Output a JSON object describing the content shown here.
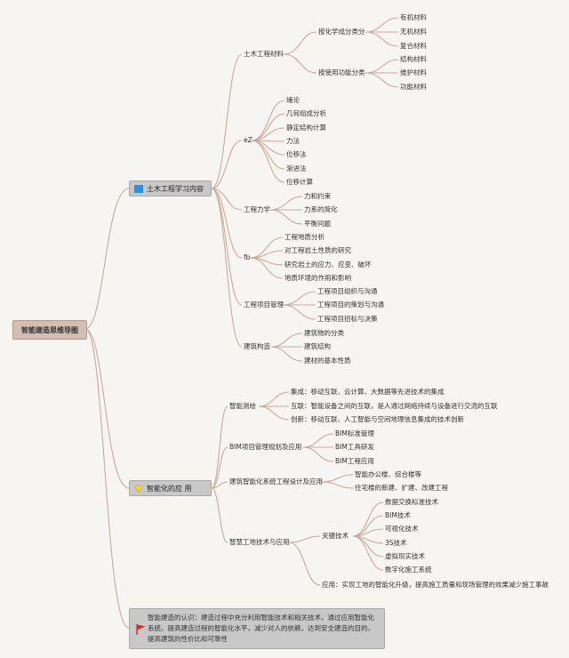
{
  "root": "智能建造思维导图",
  "civil": {
    "title": "土木工程学习内容",
    "materials": {
      "label": "土木工程材料",
      "by_chem": {
        "label": "按化学成分类分",
        "items": [
          "有机材料",
          "无机材料",
          "复合材料"
        ]
      },
      "by_func": {
        "label": "按使用功能分类",
        "items": [
          "结构材料",
          "维护材料",
          "功能材料"
        ]
      }
    },
    "ez": {
      "label": "eZ",
      "items": [
        "绪论",
        "几何组成分析",
        "静定结构计算",
        "力法",
        "位移法",
        "渐进法",
        "位移计算"
      ]
    },
    "mechanics": {
      "label": "工程力学",
      "items": [
        "力和约束",
        "力系的简化",
        "平衡问题"
      ]
    },
    "fb": {
      "label": "fb",
      "items": [
        "工程地质分析",
        "对工程岩土性质的研究",
        "研究岩土的应力、应变、破坏",
        "地质环境的作用和影响"
      ]
    },
    "pm": {
      "label": "工程项目管理",
      "items": [
        "工程项目组织与沟通",
        "工程项目的策划与沟通",
        "工程项目招标与决策"
      ]
    },
    "construct": {
      "label": "建筑构造",
      "items": [
        "建筑物的分类",
        "建筑结构",
        "建材的基本性质"
      ]
    }
  },
  "smart": {
    "title": "智能化的应 用",
    "survey": {
      "label": "智能测绘",
      "items": [
        "集成：移动互联、云计算、大数据等先进技术的集成",
        "互联：智能设备之间的互联，是人通过网络持续与设备进行交流的互联",
        "创新：移动互联、人工智能与空间地理信息集成的技术创新"
      ]
    },
    "bim": {
      "label": "BIM项目管理规划及应用",
      "items": [
        "BIM标准管理",
        "BIM工具研发",
        "BIM工程应用"
      ]
    },
    "bas": {
      "label": "建筑智能化系统工程设计及应用",
      "items": [
        "智能办公楼、综合楼等",
        "住宅楼的新建、扩建、改建工程"
      ]
    },
    "site": {
      "label": "智慧工地技术与应用",
      "key": {
        "label": "关键技术",
        "items": [
          "数据交换标准技术",
          "BIM技术",
          "可视化技术",
          "3S技术",
          "虚拟现实技术",
          "数字化施工系统"
        ]
      },
      "app": "应用：实现工地的智能化升级，提高施工质量和现场管理的效果减少施工事故"
    }
  },
  "summary": "智能建造的认识：建造过程中充分利用智能技术和相关技术，通过应用智能化系统，提高建造过程的智能化水平，减少对人的依赖，达到安全建造的目的，提高建筑的性价比和可靠性",
  "colors": {
    "link": "#c9a99c",
    "root_fill": "#d4bdb2",
    "topic_fill": "#c8c8c8",
    "blue_flag": "#2f8fd8",
    "yellow_flag": "#f3d43a",
    "red_flag": "#e02a1c"
  },
  "icons": {
    "civil": "blue-flag-icon",
    "smart": "yellow-diamond-icon",
    "summary": "red-flag-icon"
  }
}
